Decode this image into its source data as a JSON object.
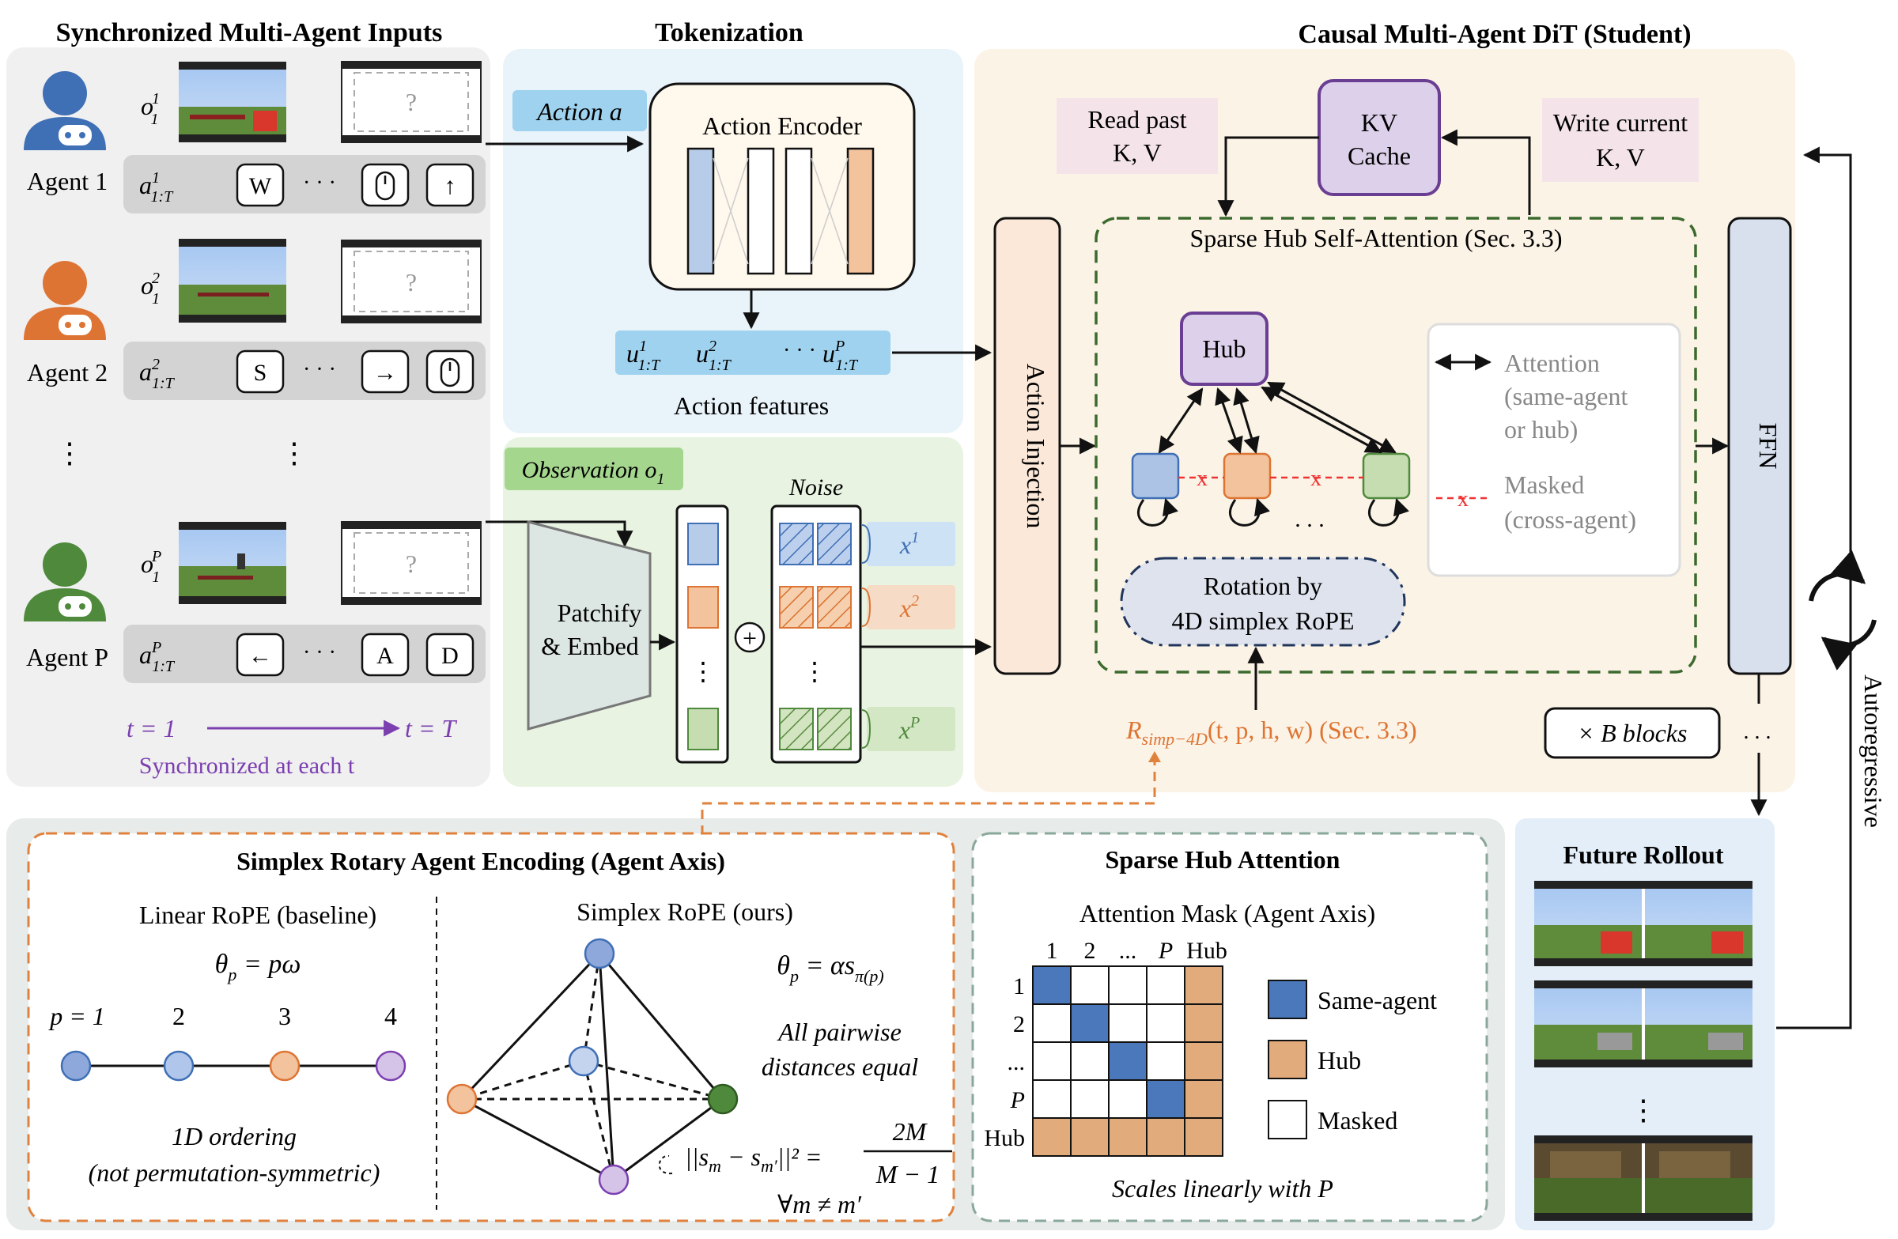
{
  "sections": {
    "inputs_title": "Synchronized Multi-Agent Inputs",
    "tokenization_title": "Tokenization",
    "dit_title": "Causal Multi-Agent DiT (Student)"
  },
  "agents": [
    {
      "label": "Agent 1",
      "obs": "o",
      "obs_sub": "1",
      "obs_sup": "1",
      "act": "a",
      "act_sub": "1:T",
      "act_sup": "1",
      "keys": [
        "W",
        "· · ·",
        "mouse",
        "↑"
      ]
    },
    {
      "label": "Agent 2",
      "obs": "o",
      "obs_sub": "1",
      "obs_sup": "2",
      "act": "a",
      "act_sub": "1:T",
      "act_sup": "2",
      "keys": [
        "S",
        "· · ·",
        "→",
        "mouse"
      ]
    },
    {
      "label": "Agent P",
      "obs": "o",
      "obs_sub": "1",
      "obs_sup": "P",
      "act": "a",
      "act_sub": "1:T",
      "act_sup": "P",
      "keys": [
        "←",
        "· · ·",
        "A",
        "D"
      ]
    }
  ],
  "future_frame": "?",
  "vdots": "⋮",
  "time_start": "t = 1",
  "time_end": "t = T",
  "sync_label": "Synchronized at each t",
  "action_tag": "Action a",
  "action_encoder": "Action Encoder",
  "action_features_label": "Action features",
  "u_base": "u",
  "u_sub": "1:T",
  "u_sups": [
    "1",
    "2",
    "P"
  ],
  "u_dots": "· · ·",
  "observation_tag": "Observation o",
  "observation_tag_sub": "1",
  "patchify_line1": "Patchify",
  "patchify_line2": "& Embed",
  "plus": "+",
  "noise_label": "Noise",
  "x_labels": [
    {
      "base": "x",
      "sup": "1"
    },
    {
      "base": "x",
      "sup": "2"
    },
    {
      "base": "x",
      "sup": "P"
    }
  ],
  "action_injection": "Action Injection",
  "read_past": [
    "Read past",
    "K, V"
  ],
  "kv_cache": [
    "KV",
    "Cache"
  ],
  "write_current": [
    "Write current",
    "K, V"
  ],
  "sparse_hub_title": "Sparse Hub Self-Attention (Sec. 3.3)",
  "hub": "Hub",
  "ellipsis": ". . .",
  "mask_x": "x",
  "legend_attention": [
    "Attention",
    "(same-agent",
    "or hub)"
  ],
  "legend_masked": [
    "Masked",
    "(cross-agent)"
  ],
  "rotation_box": [
    "Rotation by",
    "4D simplex RoPE"
  ],
  "ffn": "FFN",
  "rope_formula": {
    "r": "R",
    "sub": "simp−4D",
    "args": "(t, p, h, w) (Sec. 3.3)"
  },
  "blocks_label": "× B blocks",
  "autoregressive": "Autoregressive",
  "future_rollout": "Future Rollout",
  "simplex_section_title": "Simplex Rotary Agent Encoding (Agent Axis)",
  "linear_rope_title": "Linear RoPE (baseline)",
  "linear_theta": {
    "lhs": "θ",
    "sub": "p",
    "rhs": " = pω"
  },
  "linear_positions": [
    "p = 1",
    "2",
    "3",
    "4"
  ],
  "linear_caption": [
    "1D ordering",
    "(not permutation-symmetric)"
  ],
  "simplex_rope_title": "Simplex RoPE (ours)",
  "simplex_theta": {
    "lhs": "θ",
    "sub": "p",
    "mid": " = αs",
    "sub2": "π(p)"
  },
  "simplex_claim": [
    "All pairwise",
    "distances equal"
  ],
  "simplex_distance": {
    "lhs": "||s",
    "m": "m",
    "minus": " − s",
    "mp": "m′",
    "close": "||² =",
    "num": "2M",
    "den": "M − 1",
    "forall": "∀m ≠ m′"
  },
  "sparse_hub_section_title": "Sparse Hub Attention",
  "mask_title": "Attention Mask (Agent Axis)",
  "mask_cols": [
    "1",
    "2",
    "...",
    "P",
    "Hub"
  ],
  "mask_rows": [
    "1",
    "2",
    "...",
    "P",
    "Hub"
  ],
  "mask_matrix": [
    [
      "same",
      "masked",
      "masked",
      "masked",
      "hub"
    ],
    [
      "masked",
      "same",
      "masked",
      "masked",
      "hub"
    ],
    [
      "masked",
      "masked",
      "same",
      "masked",
      "hub"
    ],
    [
      "masked",
      "masked",
      "masked",
      "same",
      "hub"
    ],
    [
      "hub",
      "hub",
      "hub",
      "hub",
      "hub"
    ]
  ],
  "mask_legend": [
    "Same-agent",
    "Hub",
    "Masked"
  ],
  "mask_caption": "Scales linearly with P",
  "colors": {
    "agent1": "#3f6fb5",
    "agent2": "#de7433",
    "agentP": "#4f8a3c",
    "blue_fill": "#adc3e6",
    "orange_fill": "#f2c39d",
    "green_fill": "#c6dcb1",
    "purple": "#7b3fb0",
    "purple_fill": "#ddd0ea",
    "orange_line": "#e0823d",
    "dash_green": "#3c6a2e",
    "mask_same": "#4a78bb",
    "mask_hub": "#e2ab7c"
  }
}
